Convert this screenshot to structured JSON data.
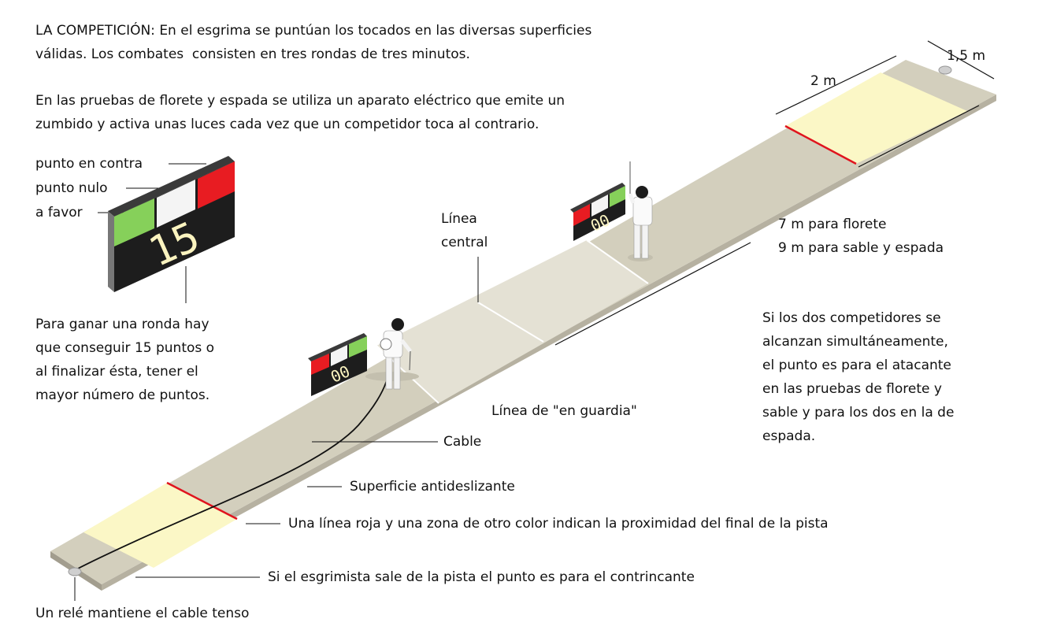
{
  "intro": {
    "line1": "LA COMPETICIÓN: En el esgrima se puntúan los tocados en las diversas superficies",
    "line2": "válidas. Los combates  consisten en tres rondas de tres minutos.",
    "line3": "En las pruebas de florete y espada se utiliza un aparato eléctrico que emite un",
    "line4": "zumbido y activa unas luces cada vez que un competidor toca al contrario."
  },
  "scoreboard": {
    "label_against": "punto en contra",
    "label_null": "punto nulo",
    "label_for": "a favor",
    "score": "15",
    "small_score": "00"
  },
  "round": {
    "line1": "Para ganar una ronda hay",
    "line2": "que conseguir 15 puntos o",
    "line3": "al finalizar ésta, tener el",
    "line4": "mayor número de puntos."
  },
  "piste": {
    "center_line_1": "Línea",
    "center_line_2": "central",
    "guard_line": "Línea de \"en guardia\"",
    "cable": "Cable",
    "surface": "Superficie antideslizante",
    "red_line": "Una línea roja y una zona de otro color indican la proximidad del final de la pista",
    "out": "Si el esgrimista sale de la pista el punto es para el contrincante",
    "relay": "Un relé mantiene el cable tenso",
    "dim_2m": "2 m",
    "dim_width": "1,5 m",
    "length_foil": "7 m para florete",
    "length_sabre": "9 m para sable y espada"
  },
  "simultaneous": {
    "line1": "Si los dos competidores se",
    "line2": "alcanzan simultáneamente,",
    "line3": "el punto es para el atacante",
    "line4": "en las pruebas de florete y",
    "line5": "sable y para los dos en la de",
    "line6": "espada."
  },
  "colors": {
    "piste": "#d3cfbd",
    "piste_side": "#aaa595",
    "end_zone": "#fbf7c6",
    "red_line": "#e0141e",
    "green": "#86d05a",
    "red": "#e81c22",
    "board": "#1d1d1d",
    "digit": "#fbf4c0"
  }
}
